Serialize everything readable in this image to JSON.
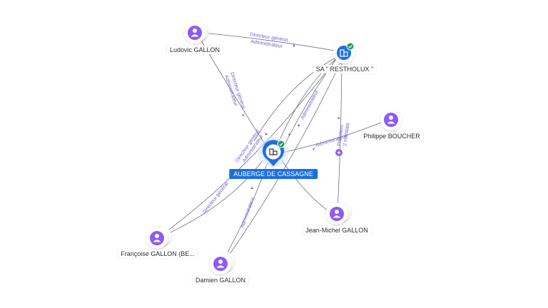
{
  "colors": {
    "person": "#8b5cf6",
    "company": "#1a6fe0",
    "verified": "#1f9d55",
    "edge": "#6b6f86",
    "edge_label": "#6f62d6"
  },
  "central": {
    "label": "AUBERGE DE CASSAGNE",
    "icon": "building-icon",
    "verified": true
  },
  "nodes": {
    "ludovic": {
      "label": "Ludovic GALLON",
      "icon": "person-icon"
    },
    "restholux": {
      "label": "SA \" RESTHOLUX \"",
      "icon": "building-icon",
      "verified": true
    },
    "philippe": {
      "label": "Philippe BOUCHER",
      "icon": "person-icon"
    },
    "jeanmichel": {
      "label": "Jean-Michel GALLON",
      "icon": "person-icon"
    },
    "francoise": {
      "label": "Françoise GALLON (BE...",
      "icon": "person-icon"
    },
    "damien": {
      "label": "Damien GALLON",
      "icon": "person-icon"
    }
  },
  "edge_labels": {
    "directeur_general": "Directeur général",
    "administrateur": "Administrateur",
    "president": "Président",
    "mandats": "2 mandats"
  }
}
